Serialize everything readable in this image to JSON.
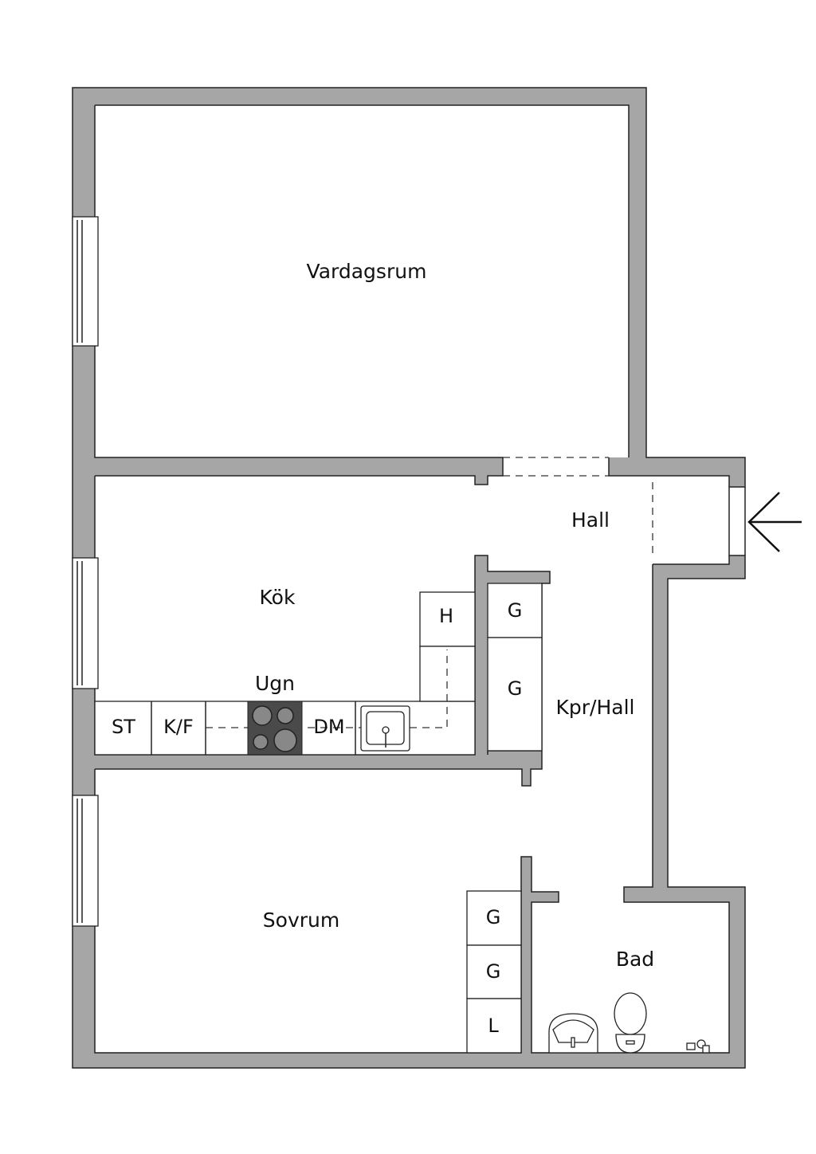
{
  "rooms": {
    "living": "Vardagsrum",
    "hall": "Hall",
    "kitchen": "Kök",
    "oven": "Ugn",
    "closet_hall": "Kpr/Hall",
    "bedroom": "Sovrum",
    "bath": "Bad"
  },
  "fixtures": {
    "st": "ST",
    "kf": "K/F",
    "dm": "DM",
    "h": "H",
    "hall_g1": "G",
    "hall_g2": "G",
    "bed_g1": "G",
    "bed_g2": "G",
    "bed_l": "L"
  },
  "colors": {
    "wall": "#a6a6a6",
    "hob": "#4a4a4a"
  }
}
